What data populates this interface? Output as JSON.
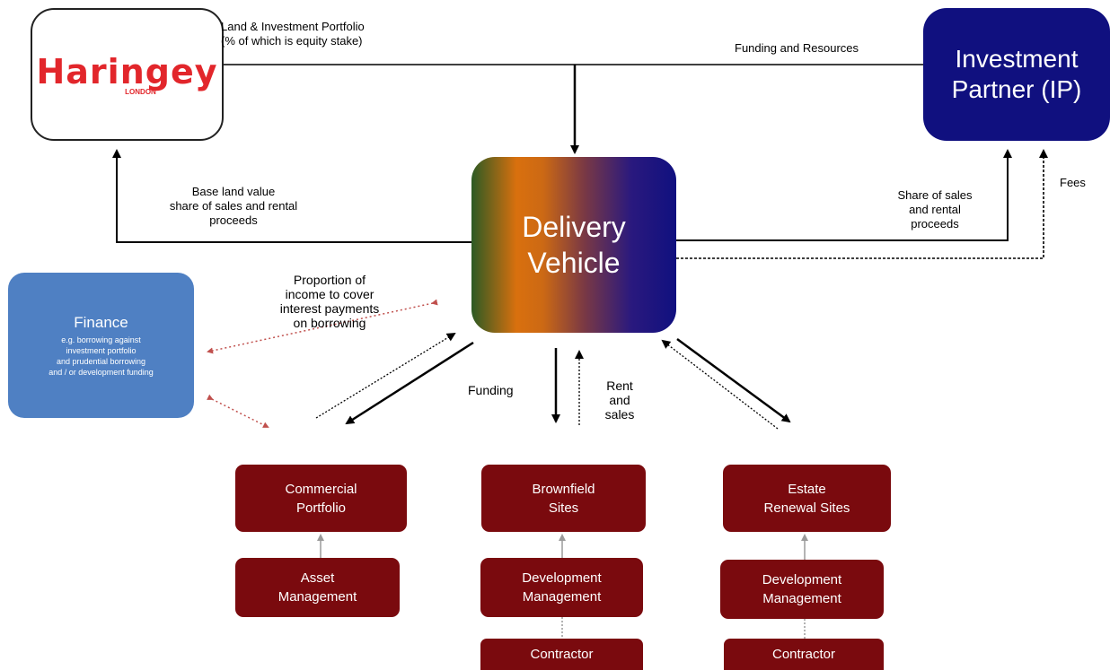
{
  "nodes": {
    "haringey": {
      "logo_text": "Haringey",
      "logo_subtext": "LONDON"
    },
    "investment_partner": {
      "label_line1": "Investment",
      "label_line2": "Partner (IP)"
    },
    "delivery_vehicle": {
      "label_line1": "Delivery",
      "label_line2": "Vehicle"
    },
    "finance": {
      "title": "Finance",
      "desc_line1": "e.g. borrowing against",
      "desc_line2": "investment portfolio",
      "desc_line3": "and prudential borrowing",
      "desc_line4": "and / or development funding"
    },
    "commercial_portfolio": {
      "line1": "Commercial",
      "line2": "Portfolio"
    },
    "brownfield_sites": {
      "line1": "Brownfield",
      "line2": "Sites"
    },
    "estate_renewal_sites": {
      "line1": "Estate",
      "line2": "Renewal Sites"
    },
    "asset_management": {
      "line1": "Asset",
      "line2": "Management"
    },
    "development_management_1": {
      "line1": "Development",
      "line2": "Management"
    },
    "development_management_2": {
      "line1": "Development",
      "line2": "Management"
    },
    "contractor_1": {
      "label": "Contractor"
    },
    "contractor_2": {
      "label": "Contractor"
    }
  },
  "edge_labels": {
    "land_investment": {
      "line1": "Land & Investment Portfolio",
      "line2": "(% of which is equity stake)"
    },
    "funding_resources": "Funding and Resources",
    "base_land_value": {
      "line1": "Base land value",
      "line2": "share of sales and rental",
      "line3": "proceeds"
    },
    "share_sales_ip": {
      "line1": "Share of sales",
      "line2": "and rental",
      "line3": "proceeds"
    },
    "fees": "Fees",
    "proportion_income": {
      "line1": "Proportion of",
      "line2": "income to cover",
      "line3": "interest payments",
      "line4": "on borrowing"
    },
    "funding": "Funding",
    "rent_sales": {
      "line1": "Rent",
      "line2": "and",
      "line3": "sales"
    }
  },
  "colors": {
    "haringey_red": "#e2262b",
    "ip_navy": "#10107f",
    "finance_blue": "#4f80c3",
    "maroon": "#7a0a0e",
    "dotted_red": "#c0504d"
  }
}
